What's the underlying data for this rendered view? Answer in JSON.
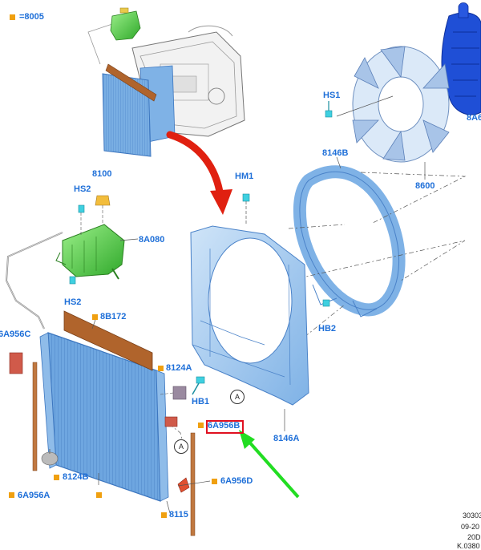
{
  "legend": {
    "ref": "=8005"
  },
  "labels": {
    "hs1": "HS1",
    "a8a6": "8A6",
    "p8600": "8600",
    "p8146b": "8146B",
    "hm1": "HM1",
    "p8100": "8100",
    "hs2_top": "HS2",
    "p8a080": "8A080",
    "hs2_bottom": "HS2",
    "p8b172": "8B172",
    "p6a956c": "6A956C",
    "hb2": "HB2",
    "p8124a": "8124A",
    "hb1": "HB1",
    "p8146a": "8146A",
    "p6a956b": "6A956B",
    "p8124b": "8124B",
    "p6a956d": "6A956D",
    "p6a956a": "6A956A",
    "p8115": "8115",
    "callout_a1": "A",
    "callout_a2": "A"
  },
  "footer": {
    "line1": "30303",
    "line2": "09-20",
    "line3": "20D",
    "line4": "K.0380"
  },
  "colors": {
    "label": "#1e6fd8",
    "marker": "#f0a010",
    "highlight": "#e01020",
    "arrow_red": "#e02010",
    "arrow_green": "#22dd22",
    "part_blue": "#7fb2e6",
    "part_green": "#5ed04a",
    "part_orange": "#b0642c"
  }
}
